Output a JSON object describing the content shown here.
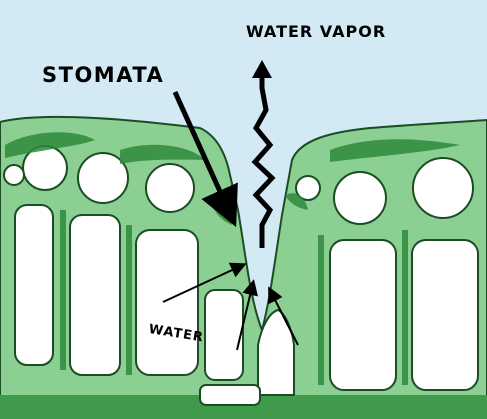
{
  "labels": {
    "water_vapor": "WATER VAPOR",
    "stomata": "STOMATA",
    "water": "WATER"
  },
  "colors": {
    "sky": "#d3e9f3",
    "light_green": "#8ccf92",
    "dark_green": "#2d8a3a",
    "cell_interior": "#ffffff",
    "outline": "#1b4d24",
    "arrow": "#000000"
  }
}
